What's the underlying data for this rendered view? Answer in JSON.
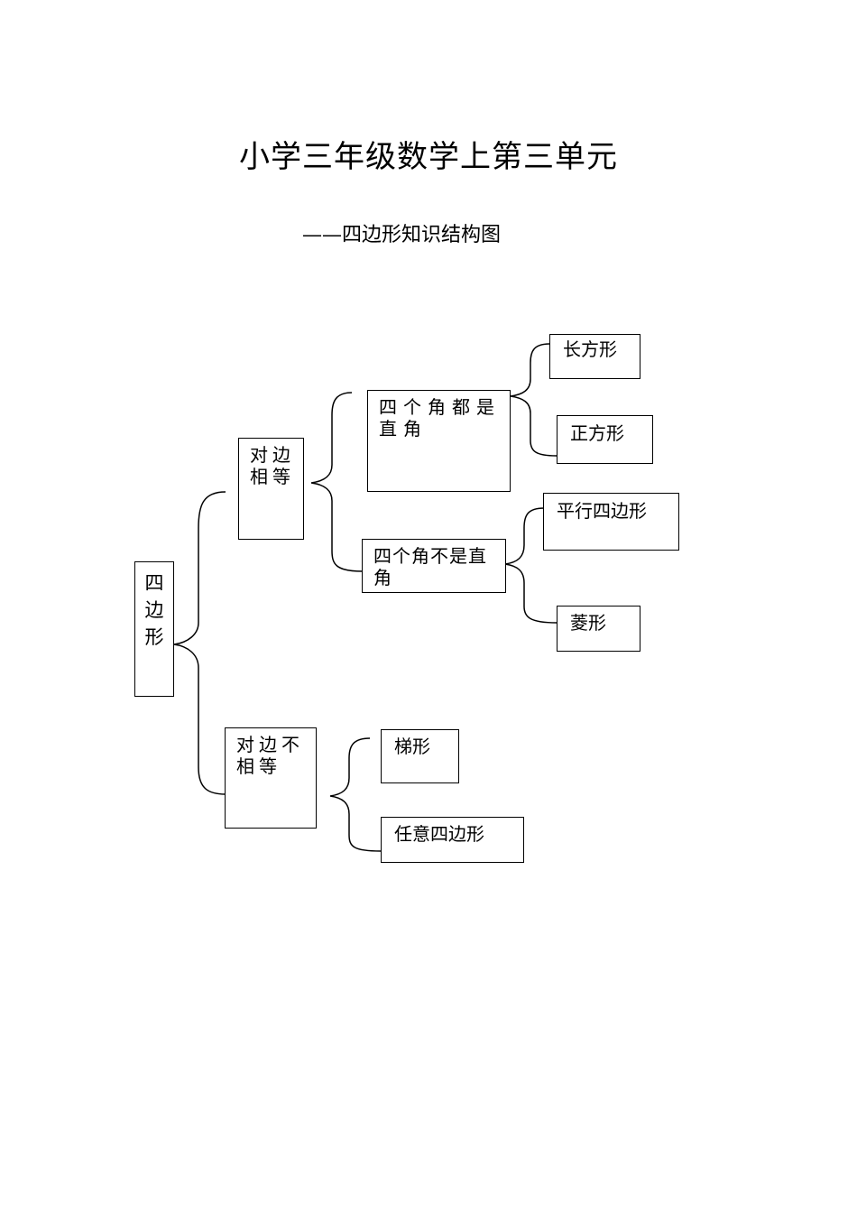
{
  "title": "小学三年级数学上第三单元",
  "subtitle": "——四边形知识结构图",
  "nodes": {
    "root": "四边形",
    "opposite_equal": "对边相等",
    "opposite_unequal": "对边不相等",
    "all_right_angles": "四个角都是直角",
    "not_right_angles": "四个角不是直角",
    "rectangle": "长方形",
    "square": "正方形",
    "parallelogram": "平行四边形",
    "rhombus": "菱形",
    "trapezoid": "梯形",
    "arbitrary_quadrilateral": "任意四边形"
  }
}
